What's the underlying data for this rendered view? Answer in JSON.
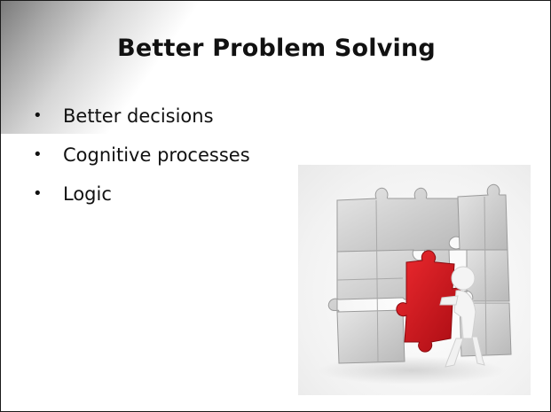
{
  "slide": {
    "title": "Better Problem Solving",
    "bullets": [
      "Better decisions",
      "Cognitive processes",
      "Logic"
    ],
    "bullet_glyph": "•",
    "image": {
      "icon": "puzzle-figure-image",
      "colors": {
        "piece_gray": "#cfcfcf",
        "piece_red": "#d0111a",
        "figure_white": "#f4f4f4"
      }
    },
    "colors": {
      "text": "#111111",
      "border": "#1a1a1a",
      "background": "#ffffff"
    }
  }
}
